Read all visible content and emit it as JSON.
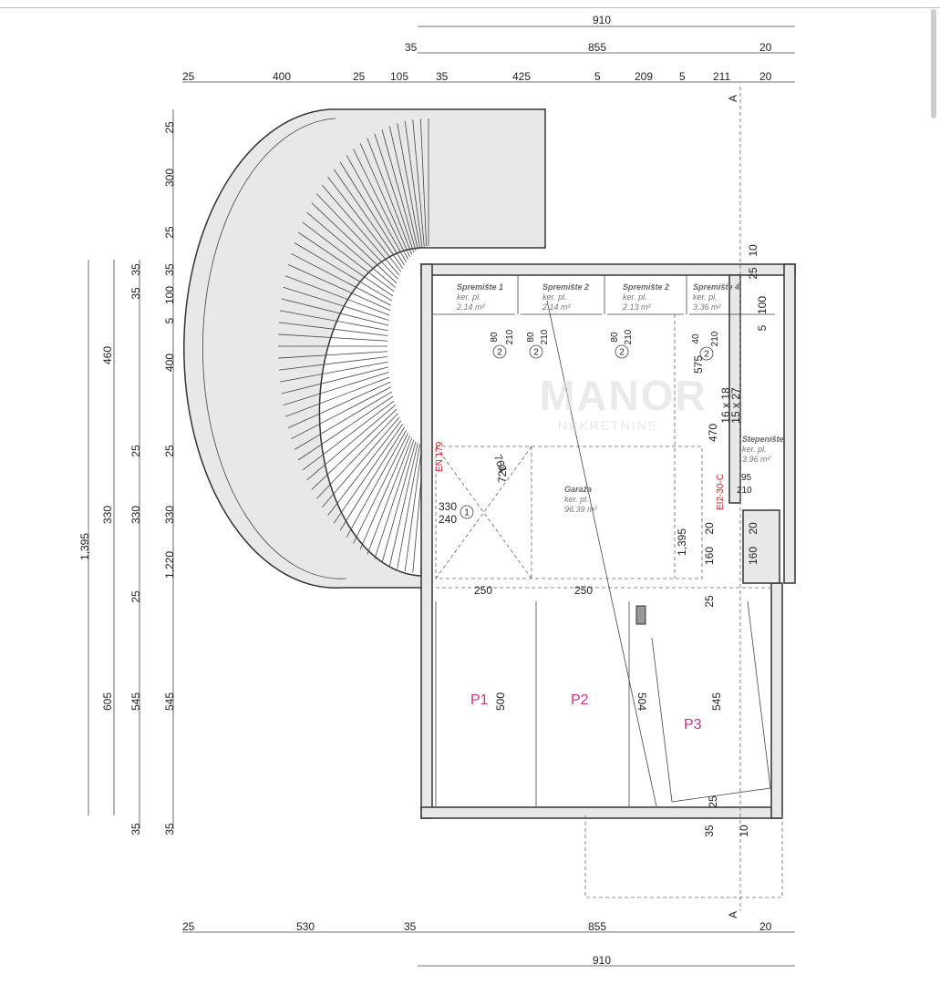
{
  "dims_top": [
    "910",
    "35",
    "855",
    "20",
    "25",
    "400",
    "25",
    "105",
    "35",
    "425",
    "5",
    "209",
    "5",
    "211",
    "20"
  ],
  "dims_left": [
    "25",
    "300",
    "25",
    "35",
    "100",
    "5",
    "400",
    "25",
    "330",
    "1,220",
    "545",
    "35",
    "35",
    "35",
    "25",
    "330",
    "25",
    "545",
    "35",
    "460",
    "330",
    "605",
    "1,395"
  ],
  "dims_bottom": [
    "25",
    "530",
    "35",
    "855",
    "20",
    "910"
  ],
  "dims_inner": [
    "720",
    "764",
    "330",
    "240",
    "250",
    "250",
    "500",
    "504",
    "1,395",
    "575",
    "470",
    "16 x 18",
    "15 x 27",
    "20",
    "160",
    "20",
    "160",
    "25",
    "545",
    "25",
    "35",
    "10",
    "100",
    "25",
    "10",
    "5",
    "80",
    "210",
    "80",
    "210",
    "80",
    "210",
    "40",
    "210",
    "95",
    "210"
  ],
  "door_tags": [
    "2",
    "2",
    "2",
    "2",
    "1"
  ],
  "rooms": [
    {
      "name": "Spremište 1",
      "floor": "ker. pl.",
      "area": "2.14 m²"
    },
    {
      "name": "Spremište 2",
      "floor": "ker. pl.",
      "area": "2.14 m²"
    },
    {
      "name": "Spremište 2",
      "floor": "ker. pl.",
      "area": "2.13 m²"
    },
    {
      "name": "Spremište 4",
      "floor": "ker. pl.",
      "area": "3.36 m²"
    },
    {
      "name": "Stepenište",
      "floor": "ker. pl.",
      "area": "3.96 m²"
    },
    {
      "name": "Garaža",
      "floor": "ker. pl.",
      "area": "96.39 m²"
    }
  ],
  "parking": [
    "P1",
    "P2",
    "P3"
  ],
  "fire_labels": [
    "EN 179",
    "EI2-30-C"
  ],
  "section_marks": [
    "A",
    "A"
  ],
  "watermark": {
    "logo": "MANOR",
    "sub": "NEKRETNINE"
  },
  "colors": {
    "parking": "#d0308a",
    "fire": "#d02020"
  }
}
